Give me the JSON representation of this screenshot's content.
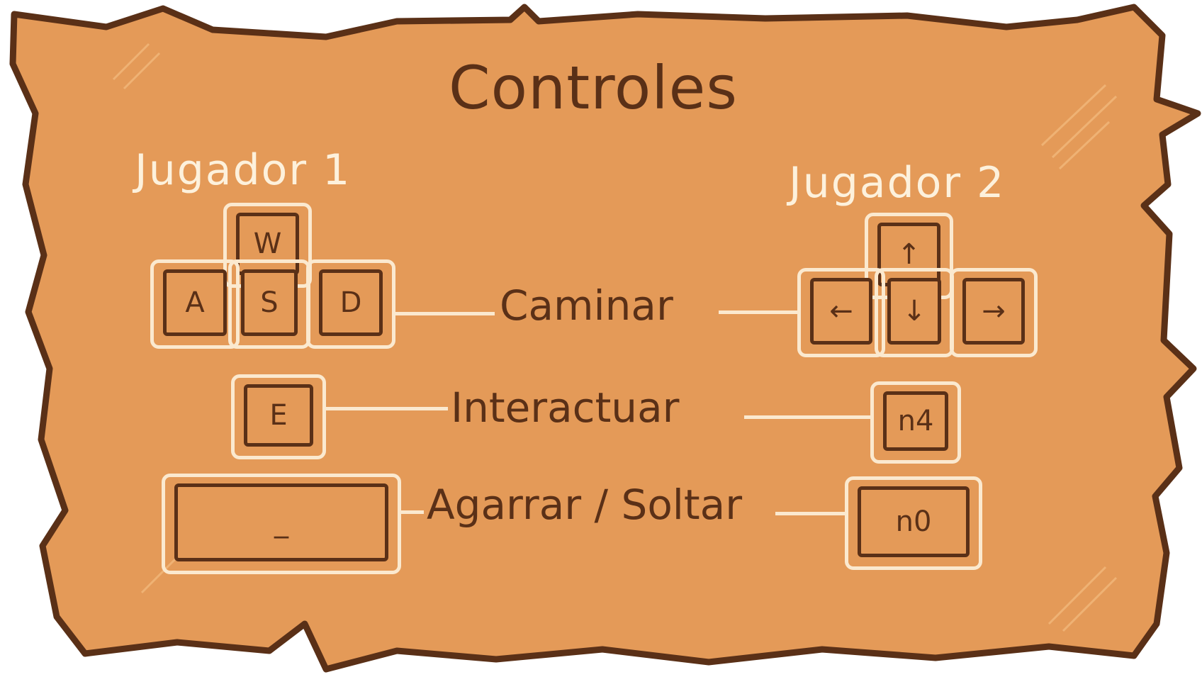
{
  "title": "Controles",
  "player1": {
    "label": "Jugador 1",
    "walk_keys": {
      "up": "W",
      "left": "A",
      "down": "S",
      "right": "D"
    },
    "interact_key": "E",
    "grab_key": "_"
  },
  "player2": {
    "label": "Jugador 2",
    "walk_keys": {
      "up": "↑",
      "left": "←",
      "down": "↓",
      "right": "→"
    },
    "interact_key": "n4",
    "grab_key": "n0"
  },
  "actions": {
    "walk": "Caminar",
    "interact": "Interactuar",
    "grab": "Agarrar / Soltar"
  },
  "colors": {
    "parchment": "#e49a58",
    "outline": "#5a3017",
    "chalk": "#fbe9cf"
  }
}
